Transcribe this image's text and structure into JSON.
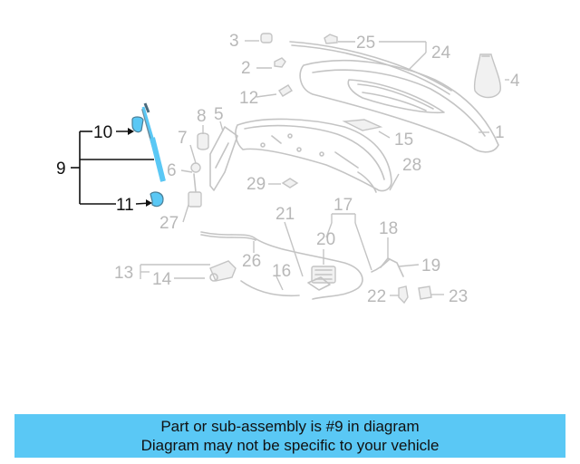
{
  "diagram": {
    "callouts": [
      "1",
      "2",
      "3",
      "4",
      "5",
      "6",
      "7",
      "8",
      "9",
      "10",
      "11",
      "12",
      "13",
      "14",
      "15",
      "16",
      "17",
      "18",
      "19",
      "20",
      "21",
      "22",
      "23",
      "24",
      "25",
      "26",
      "27",
      "28",
      "29"
    ],
    "highlight_color": "#5ac8f5",
    "selected_part": "9"
  },
  "banner": {
    "line1": "Part or sub-assembly is #9 in diagram",
    "line2": "Diagram may not be specific to your vehicle",
    "background": "#5ac8f5"
  }
}
